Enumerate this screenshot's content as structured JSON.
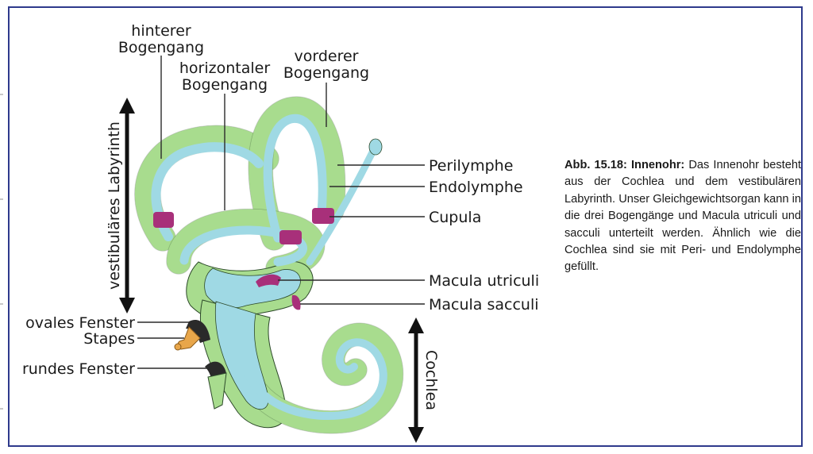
{
  "colors": {
    "perilymph": "#a8dc8e",
    "endolymph": "#9fd9e4",
    "outline": "#2d4a2a",
    "cupula": "#a8307a",
    "stapes": "#e8a64a",
    "frame": "#2e3a8c"
  },
  "labels": {
    "hinterer_line1": "hinterer",
    "hinterer_line2": "Bogengang",
    "horizontaler_line1": "horizontaler",
    "horizontaler_line2": "Bogengang",
    "vorderer_line1": "vorderer",
    "vorderer_line2": "Bogengang",
    "perilymphe": "Perilymphe",
    "endolymphe": "Endolymphe",
    "cupula": "Cupula",
    "macula_utriculi": "Macula utriculi",
    "macula_sacculi": "Macula sacculi",
    "ovales_fenster": "ovales Fenster",
    "stapes": "Stapes",
    "rundes_fenster": "rundes Fenster",
    "vestibulaeres_labyrinth": "vestibuläres Labyrinth",
    "cochlea": "Cochlea"
  },
  "caption": {
    "title": "Abb. 15.18: Innenohr:",
    "text": "Das Innenohr besteht aus der Cochlea und dem vestibulären Labyrinth. Unser Gleichgewichtsorgan kann in die drei Bogengänge und Macula utriculi und sacculi unterteilt werden. Ähnlich wie die Cochlea sind sie mit Peri- und Endolymphe gefüllt."
  }
}
